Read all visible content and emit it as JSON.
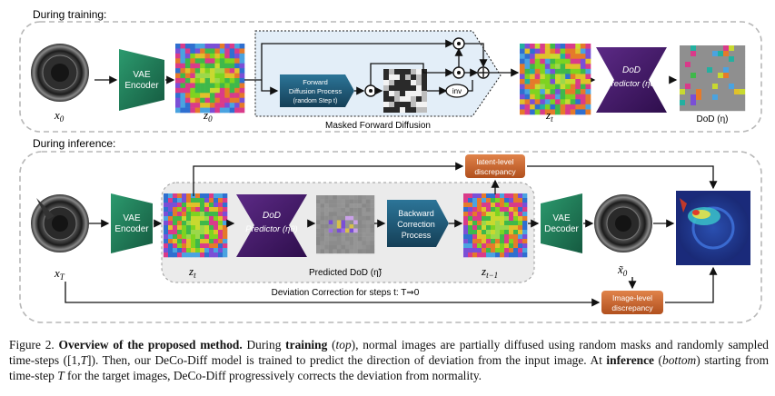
{
  "training": {
    "section_label": "During training:",
    "input_label": "x",
    "input_sub": "0",
    "vae_encoder": [
      "VAE",
      "Encoder"
    ],
    "latent_label": "z",
    "latent_sub": "0",
    "forward_process": [
      "Forward",
      "Diffusion Process",
      "(random Step t)"
    ],
    "inv_label": "inv",
    "masked_label": "Masked Forward Diffusion",
    "noisy_label": "z",
    "noisy_sub": "t",
    "dod_predictor": [
      "DoD",
      "Predictor (ηθ)"
    ],
    "dod_label": "DoD (η)"
  },
  "inference": {
    "section_label": "During inference:",
    "input_label": "x",
    "input_sub": "T",
    "vae_encoder": [
      "VAE",
      "Encoder"
    ],
    "zt_label": "z",
    "zt_sub": "t",
    "dod_predictor": [
      "DoD",
      "Predictor (ηθ)"
    ],
    "predicted_label": "Predicted DoD (η̃)",
    "backward": [
      "Backward",
      "Correction",
      "Process"
    ],
    "zt1_label": "z",
    "zt1_sub": "t−1",
    "vae_decoder": [
      "VAE",
      "Decoder"
    ],
    "recon_label": "x̃",
    "recon_sub": "0",
    "latent_disc": [
      "latent-level",
      "discrepancy"
    ],
    "image_disc": [
      "Image-level",
      "discrepancy"
    ],
    "deviation_label": "Deviation Correction for steps t: T⇒0"
  },
  "caption": {
    "fig": "Figure 2.",
    "title": "Overview of the proposed method.",
    "t1": " During ",
    "training_word": "training",
    "t2": " (",
    "top_word": "top",
    "t3": "), normal images are partially diffused using random masks and randomly sampled time-steps ([1,",
    "T_word": "T",
    "t4": "]). Then, our DeCo-Diff model is trained to predict the direction of deviation from the input image. At ",
    "inference_word": "inference",
    "t5": " (",
    "bottom_word": "bottom",
    "t6": ") starting from time-step ",
    "T2_word": "T",
    "t7": " for the target images, DeCo-Diff progressively corrects the deviation from normality."
  },
  "colors": {
    "vae_green": "#1f7a5a",
    "dod_purple": "#4a1d6e",
    "backward_teal": "#1d5a78",
    "discrepancy_orange": "#c5632b",
    "dashed_border": "#b7b7b7"
  }
}
